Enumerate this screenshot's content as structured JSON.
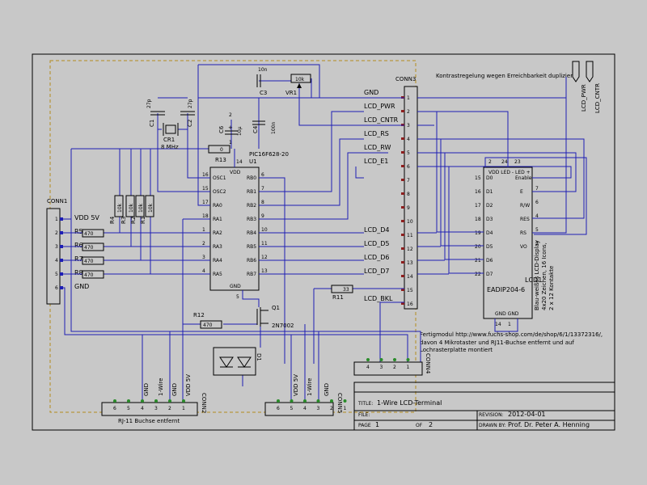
{
  "notes": {
    "contrast_note": "Kontrastregelung wegen Erreichbarkeit dupliziert",
    "module_note_1": "Fertigmodul http://www.fuchs-shop.com/de/shop/6/1/13372316/,",
    "module_note_2": "davon 4 Mikrotaster und RJ11-Buchse entfernt und auf",
    "module_note_3": "Lochrasterplatte montiert",
    "rj11_removed": "RJ-11 Buchse entfernt"
  },
  "title_block": {
    "title_label": "TITLE:",
    "title_value": "1-Wire LCD-Terminal",
    "file_label": "FILE:",
    "page_label": "PAGE",
    "page_value": "1",
    "of_label": "OF",
    "of_value": "2",
    "revision_label": "REVISION:",
    "revision_value": "2012-04-01",
    "drawn_label": "DRAWN BY:",
    "drawn_value": "Prof. Dr. Peter A. Henning"
  },
  "conn1": {
    "name": "CONN1",
    "pins": [
      "1",
      "2",
      "3",
      "4",
      "5",
      "6"
    ],
    "labels": [
      "VDD 5V",
      "R5",
      "R6",
      "R7",
      "R8",
      "GND"
    ]
  },
  "conn3": {
    "name": "CONN3",
    "pins": [
      "1",
      "2",
      "3",
      "4",
      "5",
      "6",
      "7",
      "8",
      "9",
      "10",
      "11",
      "12",
      "13",
      "14",
      "15",
      "16"
    ],
    "nets": [
      "GND",
      "LCD_PWR",
      "LCD_CNTR",
      "LCD_RS",
      "LCD_RW",
      "LCD_E1",
      "",
      "",
      "",
      "",
      "LCD_D4",
      "LCD_D5",
      "LCD_D6",
      "LCD_D7",
      "",
      "LCD_BKL"
    ]
  },
  "u1": {
    "ref": "U1",
    "part": "PIC16F628-20",
    "vdd": "VDD",
    "gnd": "GND",
    "left_pins": [
      {
        "num": "16",
        "name": "OSC1"
      },
      {
        "num": "15",
        "name": "OSC2"
      },
      {
        "num": "17",
        "name": "RA0"
      },
      {
        "num": "18",
        "name": "RA1"
      },
      {
        "num": "1",
        "name": "RA2"
      },
      {
        "num": "2",
        "name": "RA3"
      },
      {
        "num": "3",
        "name": "RA4"
      },
      {
        "num": "4",
        "name": "RA5"
      }
    ],
    "right_pins": [
      {
        "num": "6",
        "name": "RB0"
      },
      {
        "num": "7",
        "name": "RB1"
      },
      {
        "num": "8",
        "name": "RB2"
      },
      {
        "num": "9",
        "name": "RB3"
      },
      {
        "num": "10",
        "name": "RB4"
      },
      {
        "num": "11",
        "name": "RB5"
      },
      {
        "num": "12",
        "name": "RB6"
      },
      {
        "num": "13",
        "name": "RB7"
      }
    ],
    "vdd_pin": "14",
    "gnd_pin": "5"
  },
  "lcd1": {
    "ref": "LCD1",
    "part": "EADIP204-6",
    "desc_1": "Blau-weißes LCD-Display",
    "desc_2": "4x20 Zeichen, 16 Icons,",
    "desc_3": "2 x 12 Kontakte",
    "top_pins": [
      "2",
      "24",
      "23"
    ],
    "top_labels": "VDD  LED - LED +",
    "enable": "Enable",
    "left_pins": [
      {
        "num": "15",
        "name": "D0"
      },
      {
        "num": "16",
        "name": "D1"
      },
      {
        "num": "17",
        "name": "D2"
      },
      {
        "num": "18",
        "name": "D3"
      },
      {
        "num": "19",
        "name": "D4"
      },
      {
        "num": "20",
        "name": "D5"
      },
      {
        "num": "21",
        "name": "D6"
      },
      {
        "num": "22",
        "name": "D7"
      }
    ],
    "right_pins": [
      {
        "num": "7",
        "name": "E"
      },
      {
        "num": "6",
        "name": "R/W"
      },
      {
        "num": "4",
        "name": "RES"
      },
      {
        "num": "5",
        "name": "RS"
      },
      {
        "num": "3",
        "name": "VO"
      }
    ],
    "gnd_labels": "GND  GND",
    "gnd_pins": [
      "14",
      "1"
    ]
  },
  "parts": {
    "c1": "C1",
    "c1v": "27p",
    "c2": "C2",
    "c2v": "27p",
    "c3": "C3",
    "c3v": "10n",
    "c4": "C4",
    "c4v": "100n",
    "c6": "C6",
    "c6v": "10µ",
    "cr1": "CR1",
    "cr1v": "8 MHz",
    "vr1": "VR1",
    "vr1v": "10k",
    "r13": "R13",
    "r13v": "0",
    "r12": "R12",
    "r12v": "470",
    "r11": "R11",
    "r11v": "33",
    "r5v": "470",
    "r6v": "470",
    "r7v": "470",
    "r8v": "470",
    "r1": "R1",
    "r2": "R2",
    "r3": "R3",
    "r4": "R4",
    "r10k": "10k",
    "q1": "Q1",
    "q1v": "2N7002",
    "d1": "D1",
    "c6_pol": "2",
    "c6_pin1": "1"
  },
  "headers": {
    "lcd_pwr": "LCD_PWR",
    "lcd_cntr": "LCD_CNTR",
    "conn4": "CONN4",
    "conn4_pins": [
      "4",
      "3",
      "2",
      "1"
    ],
    "conn2": "CONN2",
    "conn2_labels": [
      "GND",
      "1-Wire",
      "GND",
      "VDD 5V"
    ],
    "conn2_pins": [
      "6",
      "5",
      "4",
      "3",
      "2",
      "1"
    ],
    "conn5": "CONN5",
    "conn5_labels": [
      "VDD 5V",
      "1-Wire",
      "GND"
    ],
    "conn5_pins": [
      "6",
      "5",
      "4",
      "3",
      "2",
      "1"
    ]
  }
}
